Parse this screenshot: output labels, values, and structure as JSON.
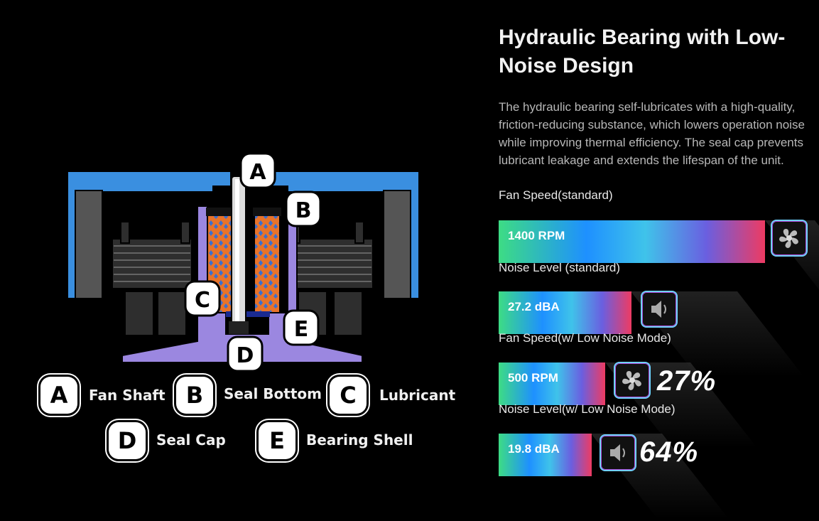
{
  "diagram": {
    "callouts": [
      "A",
      "B",
      "C",
      "D",
      "E"
    ]
  },
  "legend": [
    {
      "letter": "A",
      "name": "Fan Shaft"
    },
    {
      "letter": "B",
      "name": "Seal Bottom"
    },
    {
      "letter": "C",
      "name": "Lubricant"
    },
    {
      "letter": "D",
      "name": "Seal Cap"
    },
    {
      "letter": "E",
      "name": "Bearing Shell"
    }
  ],
  "title": "Hydraulic Bearing with Low-Noise Design",
  "description": "The hydraulic bearing self-lubricates with a high-quality, friction-reducing substance, which lowers operation noise while improving thermal efficiency. The seal cap prevents lubricant leakage and extends the lifespan of the unit.",
  "metrics": [
    {
      "label": "Fan Speed(standard)",
      "value": "1400 RPM",
      "fraction": 1.0,
      "icon": "fan-icon",
      "percent": ""
    },
    {
      "label": "Noise Level (standard)",
      "value": "27.2 dBA",
      "fraction": 1.0,
      "icon": "speaker-icon",
      "percent": ""
    },
    {
      "label": "Fan Speed(w/ Low Noise Mode)",
      "value": "500 RPM",
      "fraction": 0.357,
      "icon": "fan-icon",
      "percent": "27%"
    },
    {
      "label": "Noise Level(w/ Low Noise Mode)",
      "value": "19.8 dBA",
      "fraction": 0.728,
      "icon": "speaker-icon",
      "percent": "64%"
    }
  ],
  "colors": {
    "housing": "#3a8fe0",
    "bearing_shell": "#9b87e0",
    "lubricant": "#e8732a",
    "gradient_start": "#3ddc84",
    "gradient_end": "#ee3b62"
  }
}
